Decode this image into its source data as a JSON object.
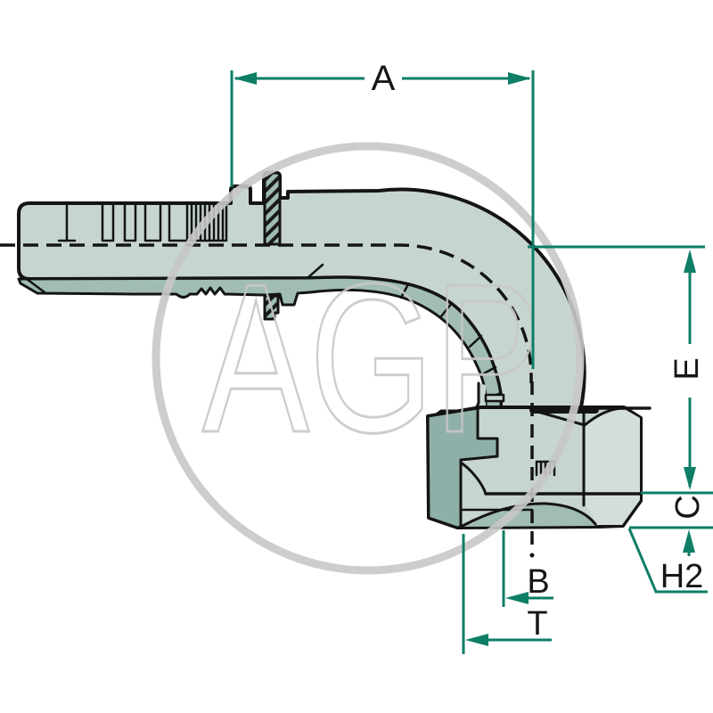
{
  "meta": {
    "title": "Cross-section drawing of a 90 degree elbow hydraulic hose fitting with dimension callouts"
  },
  "watermark": {
    "text": "AGP"
  },
  "dimension_labels": {
    "a": "A",
    "e": "E",
    "c": "C",
    "h2": "H2",
    "b": "B",
    "t": "T"
  },
  "colors": {
    "dimension_teal": "#0E7E67",
    "label_black": "#161616",
    "outline_black": "#141414",
    "body_light": "#C7D5D0",
    "body_mid_band": "#A0BCB5",
    "body_dark_cut": "#8FB0A8",
    "facet_light": "#D3DEDA",
    "watermark_gray": "#C8C8C8",
    "background": "#FFFFFF"
  }
}
